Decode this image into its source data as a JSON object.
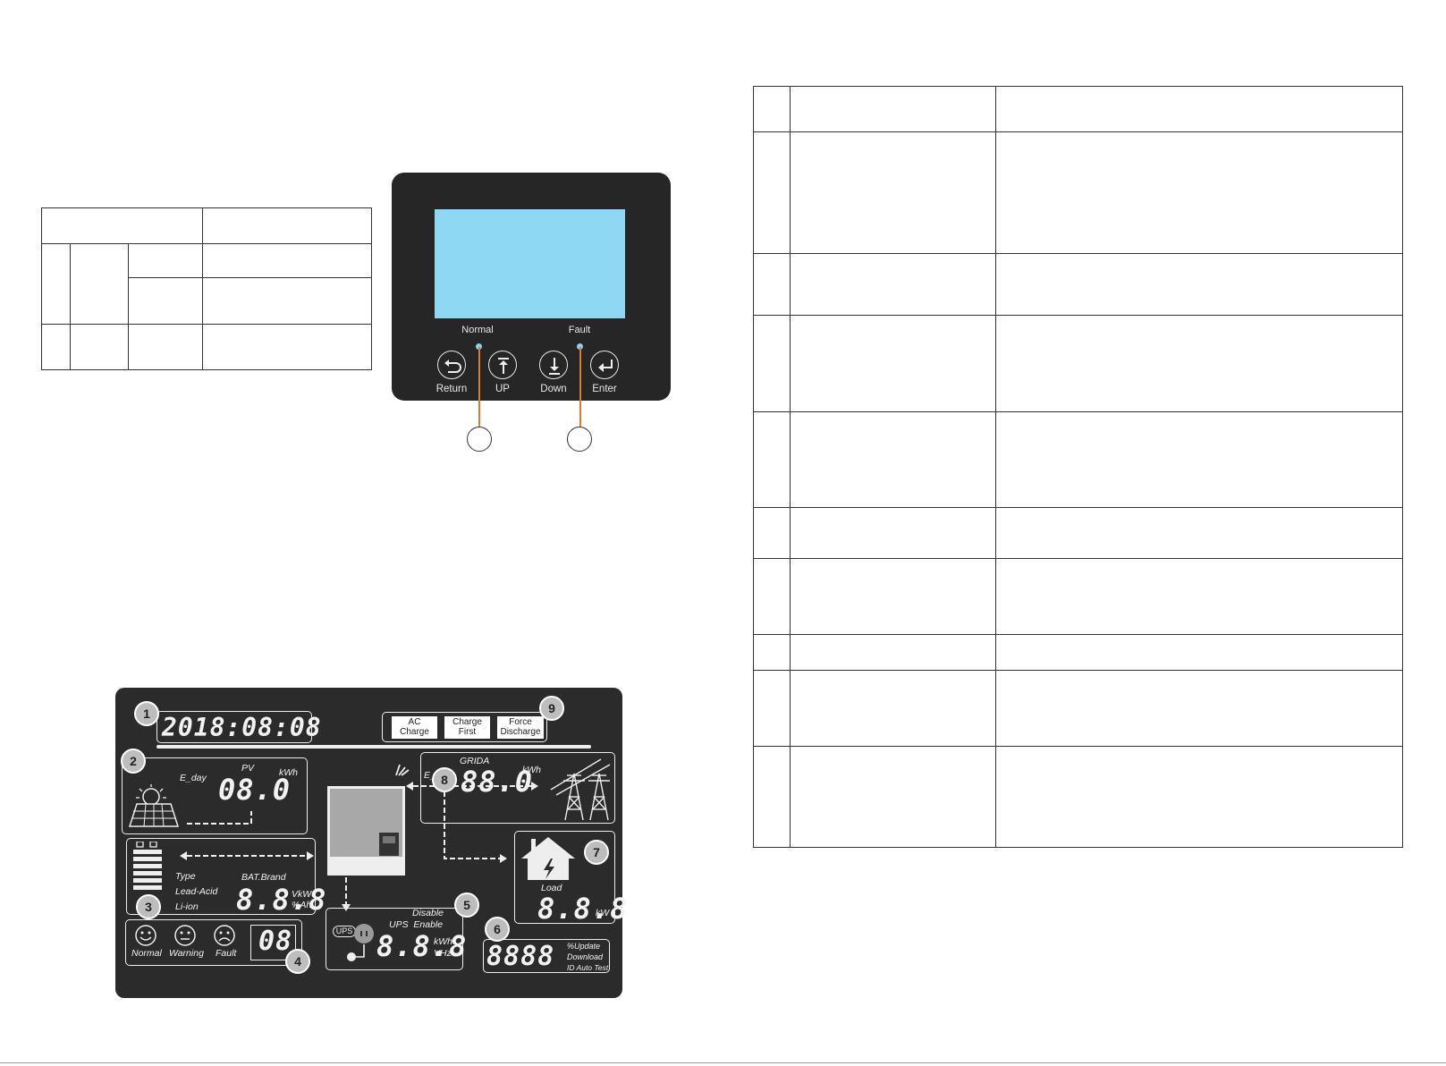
{
  "control_panel": {
    "indicators": [
      {
        "label": "Normal",
        "color": "#7fd6f5"
      },
      {
        "label": "Fault",
        "color": "#7fd6f5"
      }
    ],
    "buttons": [
      {
        "label": "Return",
        "icon": "return-arrow-icon"
      },
      {
        "label": "UP",
        "icon": "up-arrow-icon"
      },
      {
        "label": "Down",
        "icon": "down-arrow-icon"
      },
      {
        "label": "Enter",
        "icon": "enter-arrow-icon"
      }
    ],
    "screen_color": "#8fd8f3",
    "led_line_color": "#e07a2e"
  },
  "lcd": {
    "badges": [
      "1",
      "2",
      "3",
      "4",
      "5",
      "6",
      "7",
      "8",
      "9"
    ],
    "date": "2018:08:08",
    "mode_buttons": [
      {
        "line1": "AC",
        "line2": "Charge"
      },
      {
        "line1": "Charge",
        "line2": "First"
      },
      {
        "line1": "Force",
        "line2": "Discharge"
      }
    ],
    "pv": {
      "label": "PV",
      "eday": "E_day",
      "value": "08.0",
      "unit": "kWh"
    },
    "battery": {
      "type_label": "Type",
      "types": [
        "Lead-Acid",
        "Li-ion"
      ],
      "brand_label": "BAT.Brand",
      "value": "8.8.8",
      "unit1": "VkW",
      "unit2": "%Ah"
    },
    "status": {
      "normal": "Normal",
      "warning": "Warning",
      "fault": "Fault",
      "code": "08"
    },
    "ups": {
      "badge": "UPS",
      "disable": "Disable",
      "enable": "UPS  Enable",
      "value": "8.8.8",
      "unit1": "kWh",
      "unit2": "VHz"
    },
    "update": {
      "value": "8888",
      "l1": "%Update",
      "l2": "Download",
      "l3": "ID Auto Test"
    },
    "load": {
      "label": "Load",
      "value": "8.8.8",
      "unit": "kW"
    },
    "grid": {
      "label": "GRIDA",
      "eday": "E_day",
      "value": "88.0",
      "unit": "kWh"
    }
  }
}
